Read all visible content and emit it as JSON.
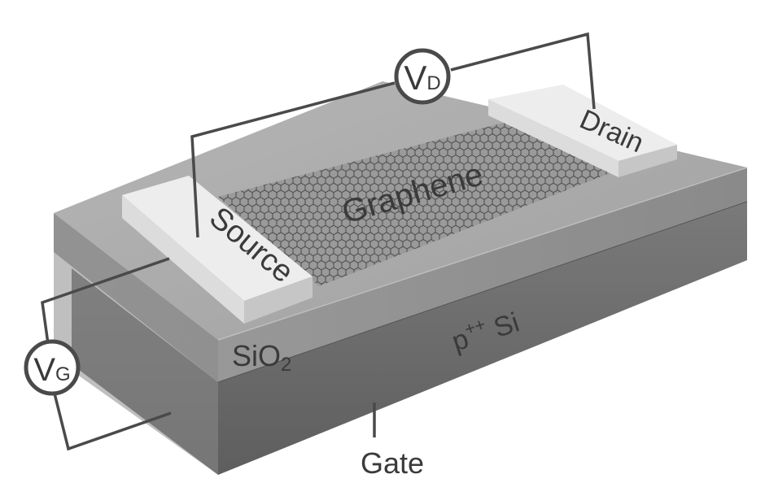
{
  "labels": {
    "graphene": "Graphene",
    "source": "Source",
    "drain": "Drain",
    "sio2_main": "SiO",
    "sio2_sub": "2",
    "si_main": "p",
    "si_sup": "++",
    "si_tail": " Si",
    "gate": "Gate",
    "vd_main": "V",
    "vd_sub": "D",
    "vg_main": "V",
    "vg_sub": "G"
  },
  "colors": {
    "sio2_top": "#a9a9a9",
    "sio2_front": "#9a9a9a",
    "si_front": "#6f6f6f",
    "si_right": "#565656",
    "electrode_top": "#ececec",
    "electrode_side": "#cdcdcd",
    "graphene_fill": "#8c8c8c",
    "wire": "#4a4a4a"
  }
}
